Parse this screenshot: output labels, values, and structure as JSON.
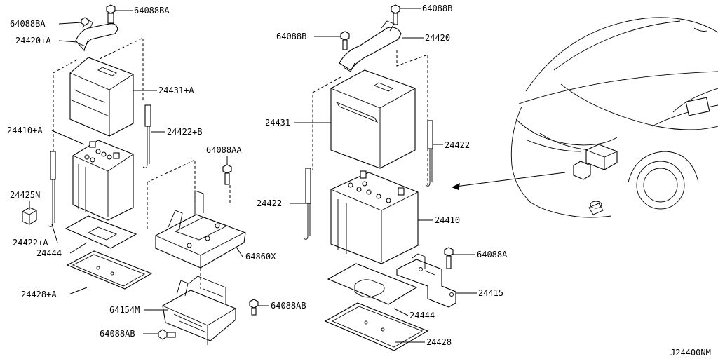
{
  "diagram_code": "J24400NM",
  "labels": {
    "p64088BA": "64088BA",
    "p64088BA_left": "64088BA",
    "p24420A": "24420+A",
    "p24431A": "24431+A",
    "p24410A": "24410+A",
    "p24422B": "24422+B",
    "p24425N": "24425N",
    "p24422A": "24422+A",
    "p24444_left": "24444",
    "p24428A": "24428+A",
    "p64088AA": "64088AA",
    "p64860X": "64860X",
    "p64154M": "64154M",
    "p64088AB_right": "64088AB",
    "p64088AB_bottom": "64088AB",
    "p64088B_top": "64088B",
    "p64088B_left": "64088B",
    "p24420": "24420",
    "p24431": "24431",
    "p24422_right": "24422",
    "p24422_left": "24422",
    "p24410": "24410",
    "p64088A": "64088A",
    "p24415": "24415",
    "p24444": "24444",
    "p24428": "24428"
  }
}
